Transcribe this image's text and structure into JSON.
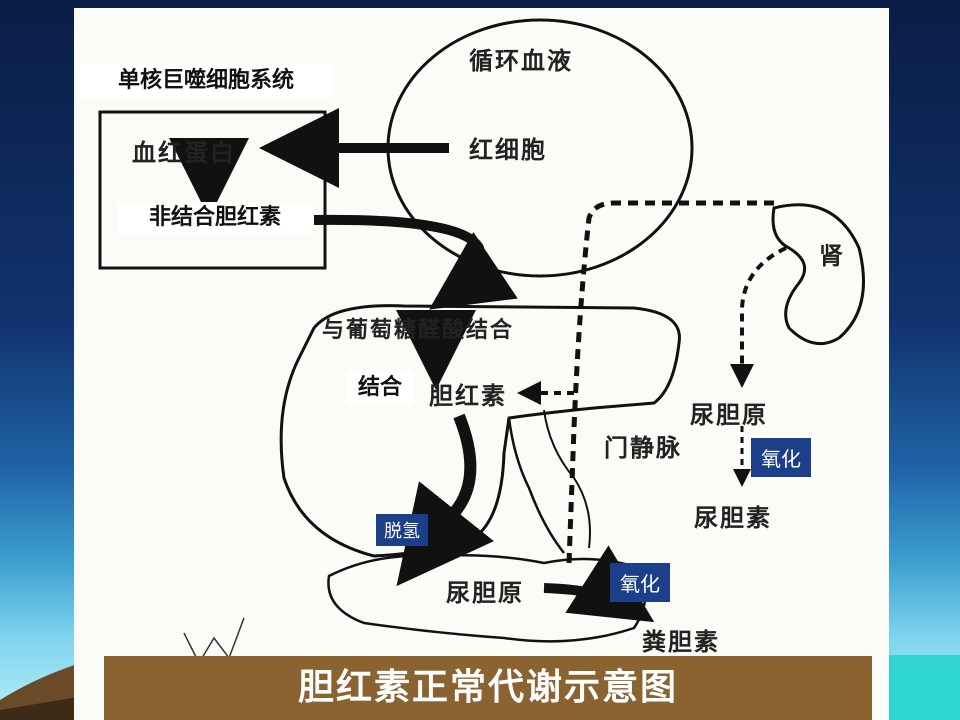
{
  "diagram": {
    "labels": {
      "blood": "循环血液",
      "rbc": "红细胞",
      "hemoglobin": "血红蛋白",
      "uncon_bilirubin": "非结合胆红素",
      "mono_system": "单核巨噬细胞系统",
      "glucuronic": "与葡萄糖醛酸结合",
      "conjugated": "结合",
      "bilirubin": "胆红素",
      "portal_vein": "门静脉",
      "kidney": "肾",
      "urobilinogen_kidney": "尿胆原",
      "urobilin": "尿胆素",
      "urobilinogen_gut": "尿胆原",
      "stercobilin": "粪胆素"
    },
    "tags": {
      "dehydrogenation": "脱氢",
      "oxidation_kidney": "氧化",
      "oxidation_gut": "氧化"
    },
    "title": "胆红素正常代谢示意图"
  }
}
